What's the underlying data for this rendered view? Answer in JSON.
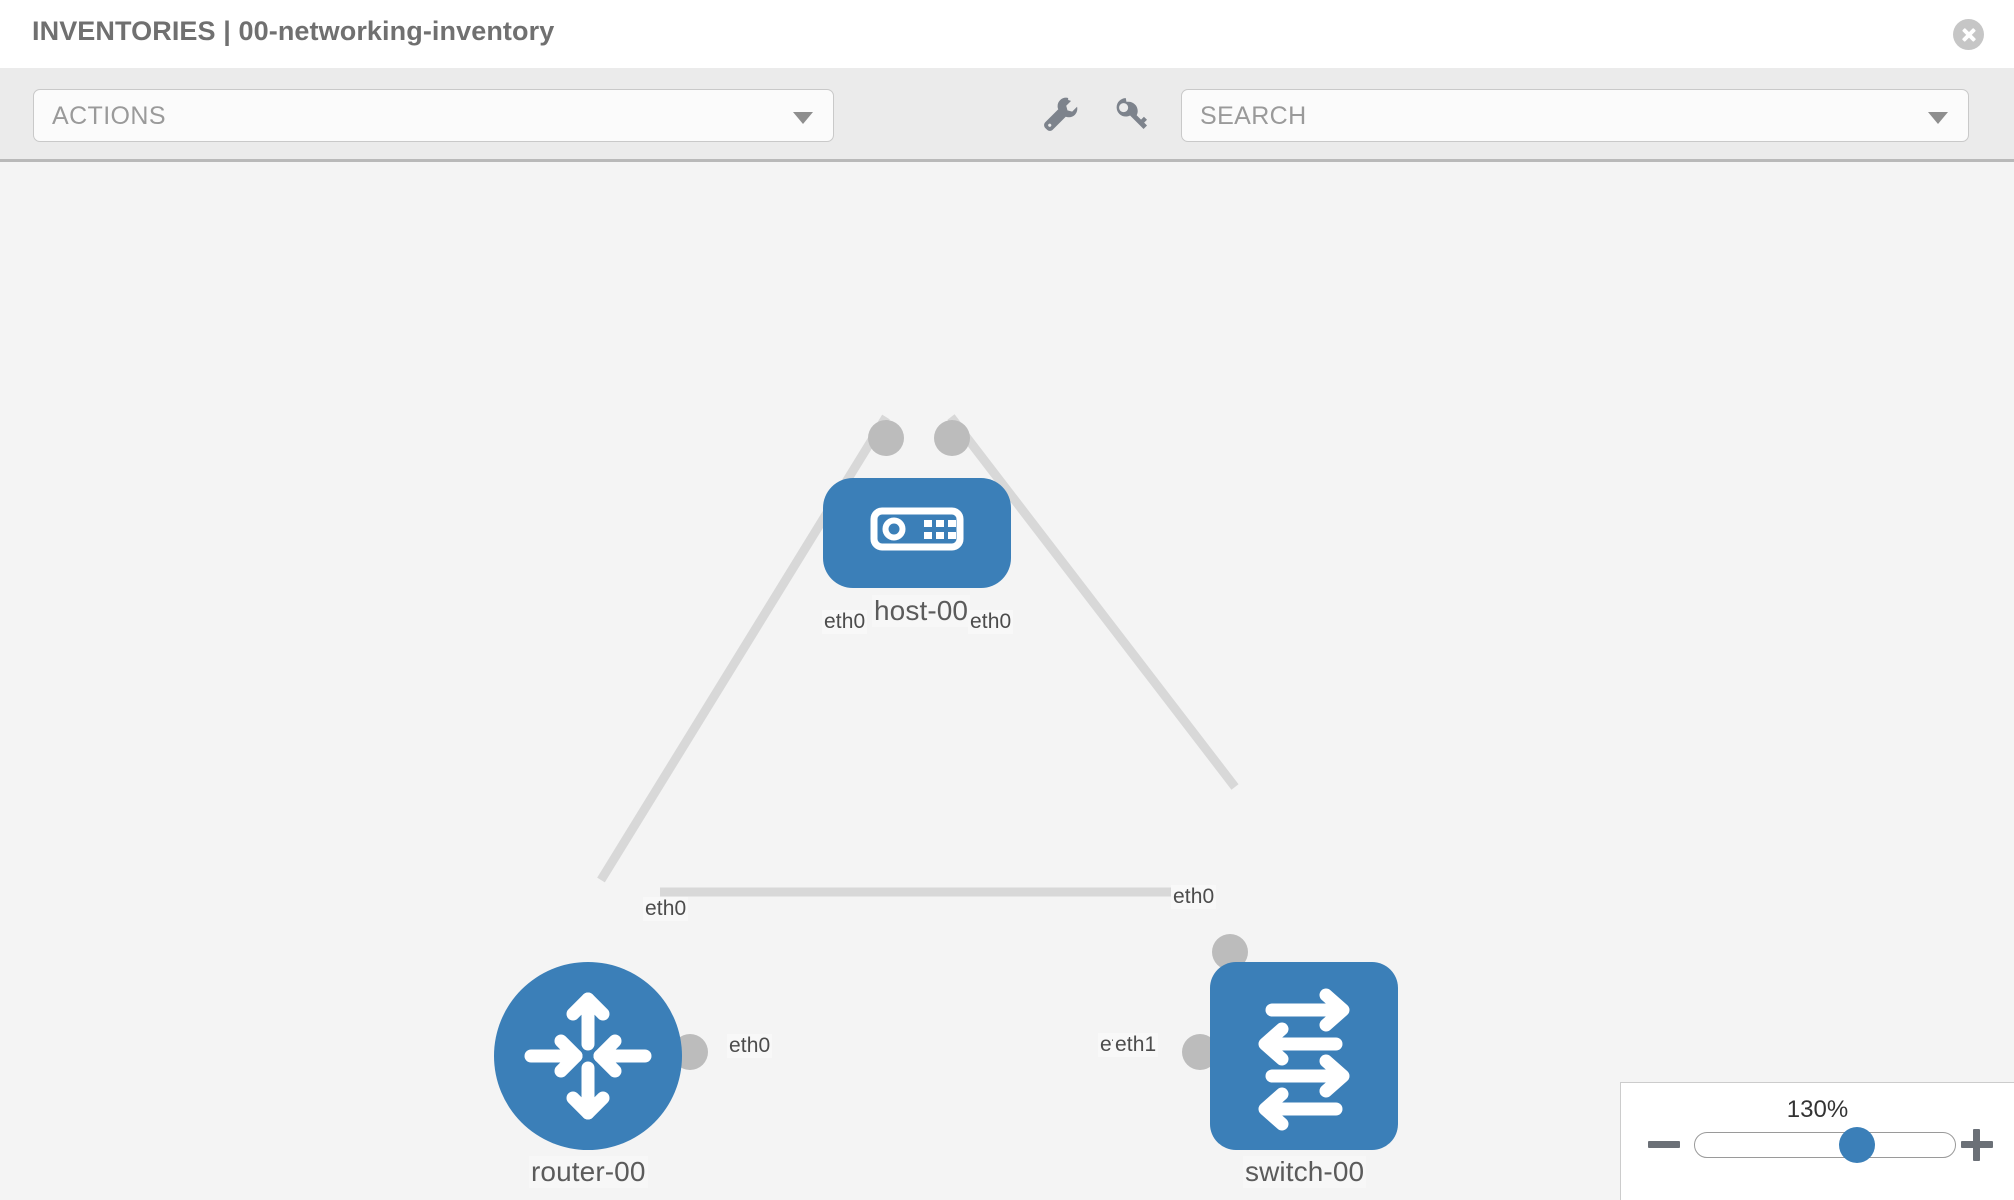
{
  "window": {
    "title": "INVENTORIES | 00-networking-inventory",
    "close_icon": "close-circle-icon"
  },
  "toolbar": {
    "actions": {
      "label": "ACTIONS",
      "caret_icon": "chevron-down-icon"
    },
    "wrench_icon": "wrench-icon",
    "key_icon": "key-icon",
    "search": {
      "placeholder": "SEARCH",
      "value": "SEARCH",
      "caret_icon": "chevron-down-icon"
    }
  },
  "topology": {
    "nodes": [
      {
        "id": "host-00",
        "label": "host-00",
        "type": "host",
        "icon": "server-icon"
      },
      {
        "id": "router-00",
        "label": "router-00",
        "type": "router",
        "icon": "router-arrows-icon"
      },
      {
        "id": "switch-00",
        "label": "switch-00",
        "type": "switch",
        "icon": "switch-arrows-icon"
      }
    ],
    "links": [
      {
        "from": "host-00",
        "from_port": "eth0",
        "to": "router-00",
        "to_port": "eth0"
      },
      {
        "from": "host-00",
        "from_port": "eth0",
        "to": "switch-00",
        "to_port": "eth0"
      },
      {
        "from": "router-00",
        "from_port": "eth0",
        "to": "switch-00",
        "to_port": "eth1"
      }
    ],
    "port_labels": {
      "host_left": "eth0",
      "host_right": "eth0",
      "router_up": "eth0",
      "switch_up": "eth0",
      "router_right": "eth0",
      "switch_left_under": "eth0",
      "switch_left": "eth1"
    }
  },
  "zoom": {
    "value_label": "130%",
    "percent": 130,
    "minus_label": "minus-icon",
    "plus_label": "plus-icon",
    "thumb_position_pct": 62
  },
  "colors": {
    "node_blue": "#3b7fb8",
    "endpoint_gray": "#bcbcbc",
    "link_gray": "#d8d8d8",
    "canvas_bg": "#f4f4f4",
    "toolbar_bg": "#ebebeb",
    "title_text": "#707070"
  }
}
